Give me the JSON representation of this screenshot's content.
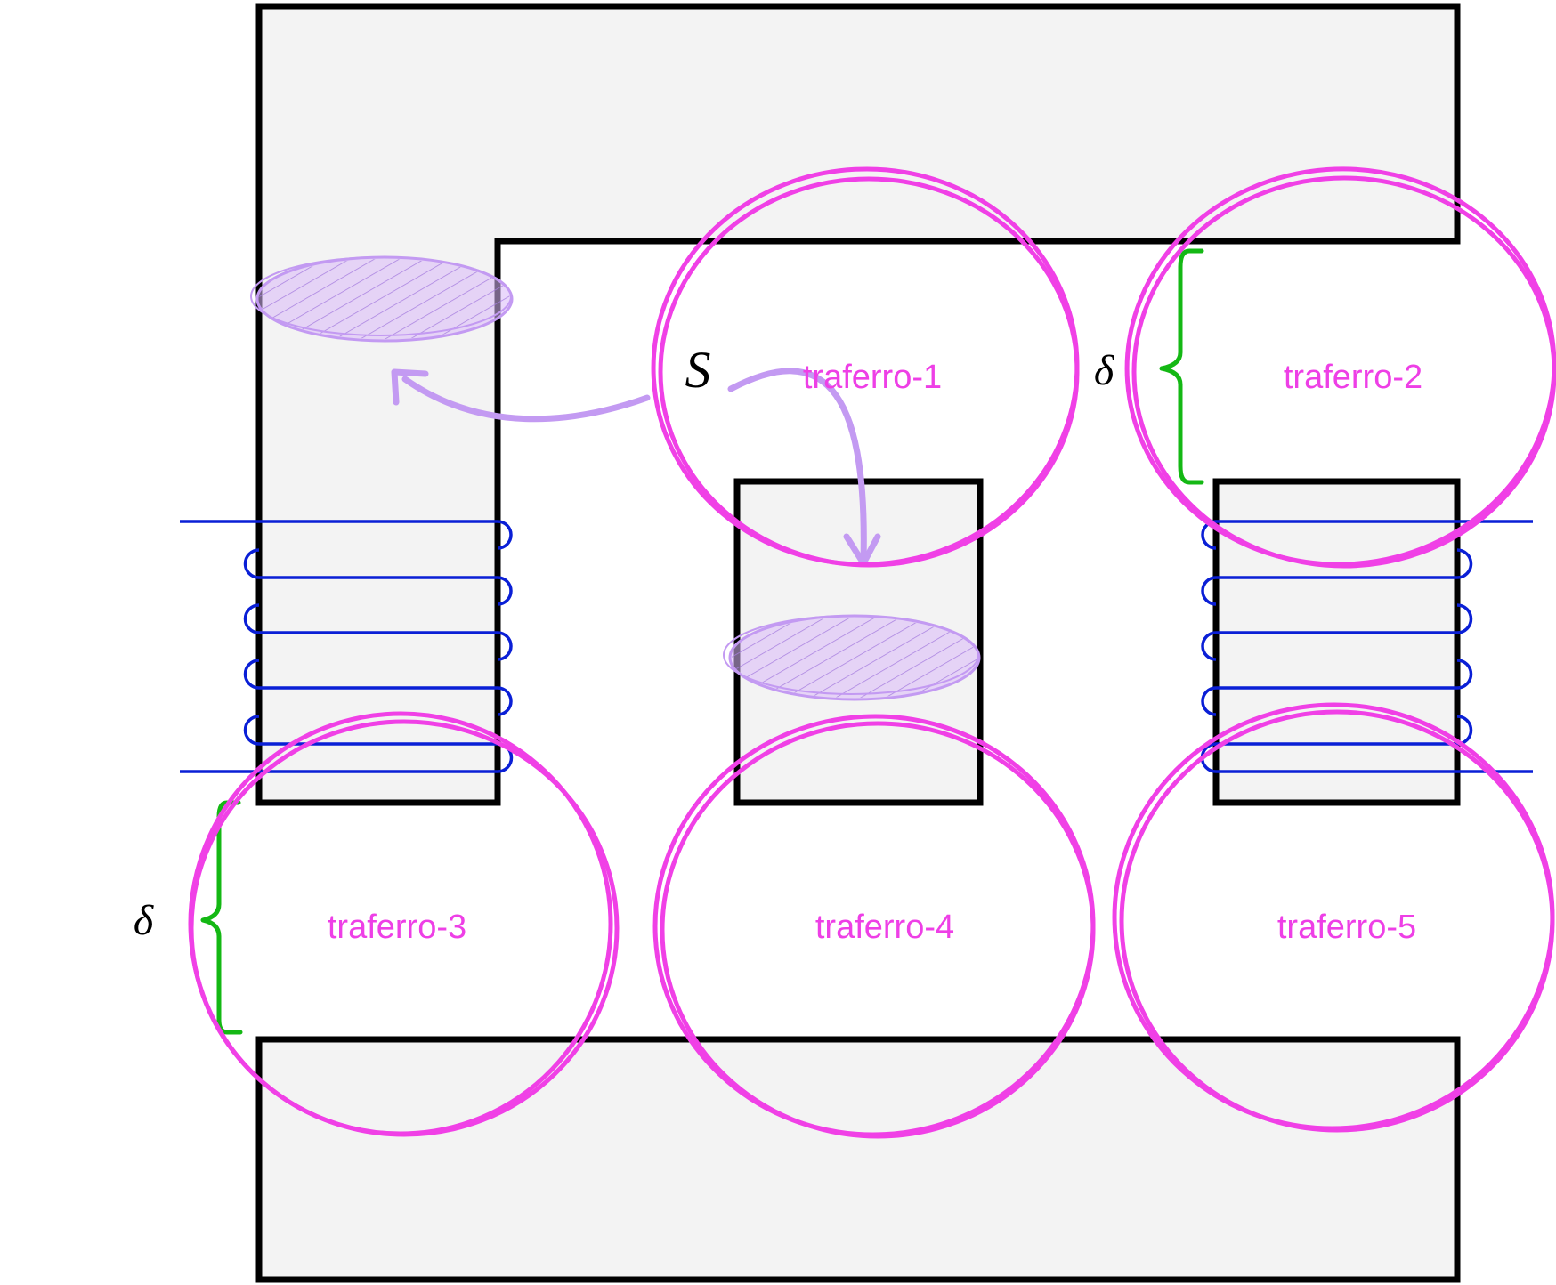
{
  "gaps": [
    {
      "id": "traferro-1",
      "label": "traferro-1"
    },
    {
      "id": "traferro-2",
      "label": "traferro-2"
    },
    {
      "id": "traferro-3",
      "label": "traferro-3"
    },
    {
      "id": "traferro-4",
      "label": "traferro-4"
    },
    {
      "id": "traferro-5",
      "label": "traferro-5"
    }
  ],
  "symbols": {
    "section": "S",
    "gap_length_right": "δ",
    "gap_length_left": "δ"
  },
  "colors": {
    "core_fill": "#f3f3f3",
    "core_outline": "#000000",
    "coil": "#0a1fd6",
    "gap_highlight": "#f040e6",
    "dimension_brace": "#14b814",
    "cross_section": "#c39af2"
  }
}
